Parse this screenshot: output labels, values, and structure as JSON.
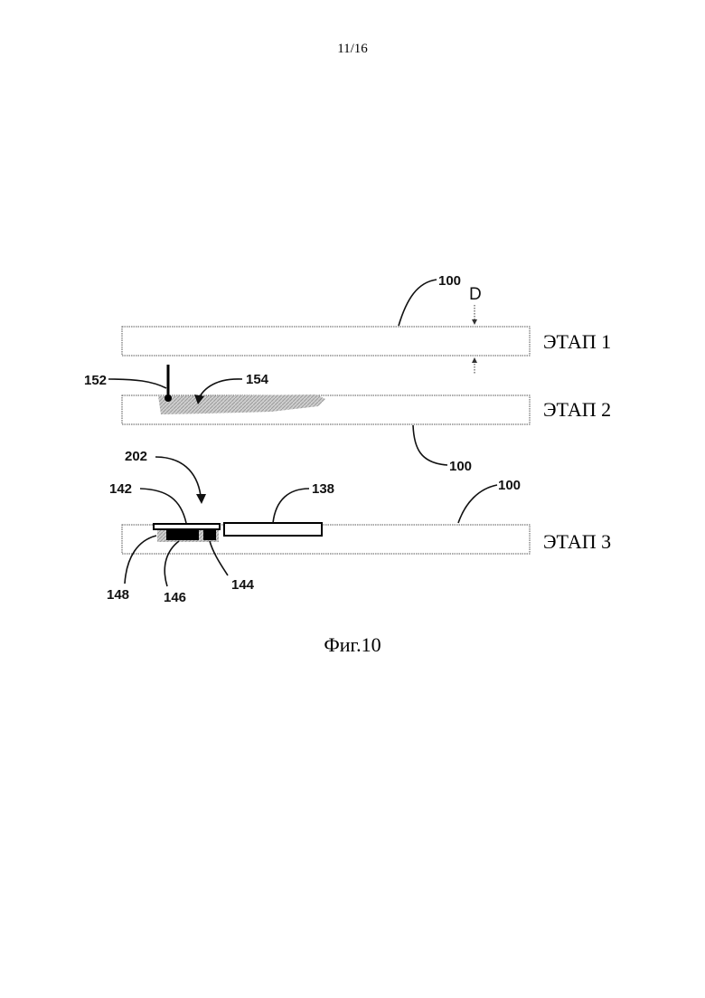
{
  "page": {
    "number": "11/16",
    "caption": "Фиг.10"
  },
  "stages": [
    {
      "label": "ЭТАП 1"
    },
    {
      "label": "ЭТАП 2"
    },
    {
      "label": "ЭТАП 3"
    }
  ],
  "references": {
    "r100_top": "100",
    "dimension": "D",
    "r152": "152",
    "r154": "154",
    "r100_mid": "100",
    "r202": "202",
    "r142": "142",
    "r138": "138",
    "r100_bottom": "100",
    "r148": "148",
    "r146": "146",
    "r144": "144"
  }
}
